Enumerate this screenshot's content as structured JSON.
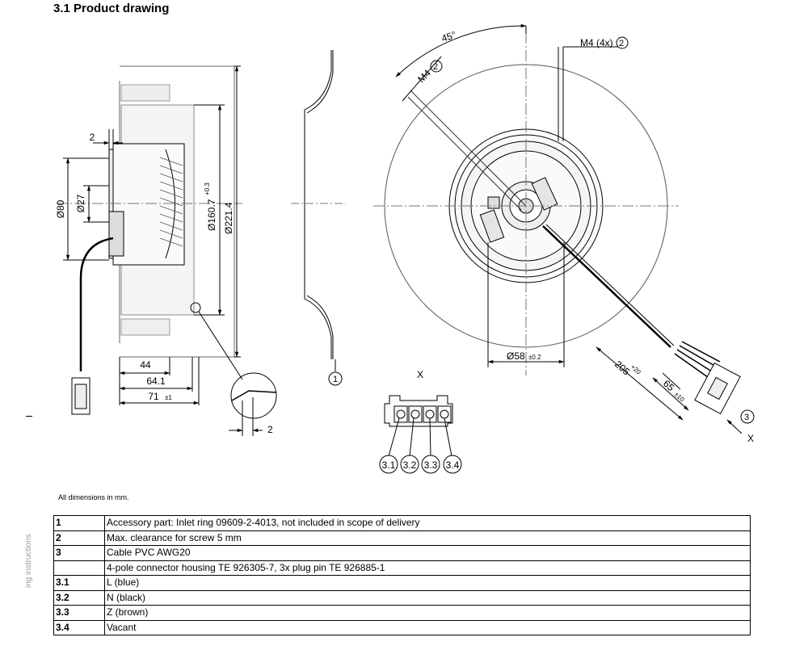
{
  "section_title": "3.1 Product drawing",
  "note": "All dimensions in mm.",
  "side_note": "ing instructions",
  "dims": {
    "d80": "Ø80",
    "d27": "Ø27",
    "d160": "Ø160.7",
    "d160_tol": "+0.3",
    "d221": "Ø221.4",
    "d58": "Ø58",
    "d58_tol": "±0.2",
    "w2": "2",
    "w44": "44",
    "w64": "64.1",
    "w71": "71",
    "w71_tol": "±1",
    "w2b": "2",
    "a45": "45°",
    "m4": "M4",
    "m4x4": "M4 (4x)",
    "l205": "205",
    "l205_tol": "+20",
    "l65": "65",
    "l65_tol": "±10"
  },
  "markers": {
    "m1": "1",
    "m2a": "2",
    "m2b": "2",
    "m3": "3",
    "x_top": "X",
    "x_view": "X",
    "p31": "3.1",
    "p32": "3.2",
    "p33": "3.3",
    "p34": "3.4"
  },
  "legend": [
    {
      "key": "1",
      "text": "Accessory part: Inlet ring 09609-2-4013, not included in scope of delivery"
    },
    {
      "key": "2",
      "text": "Max. clearance for screw 5 mm"
    },
    {
      "key": "3",
      "text": "Cable PVC AWG20"
    },
    {
      "key": "",
      "text": "4-pole connector housing TE 926305-7, 3x plug pin TE 926885-1"
    },
    {
      "key": "3.1",
      "text": "L (blue)"
    },
    {
      "key": "3.2",
      "text": "N (black)"
    },
    {
      "key": "3.3",
      "text": "Z (brown)"
    },
    {
      "key": "3.4",
      "text": "Vacant"
    }
  ]
}
